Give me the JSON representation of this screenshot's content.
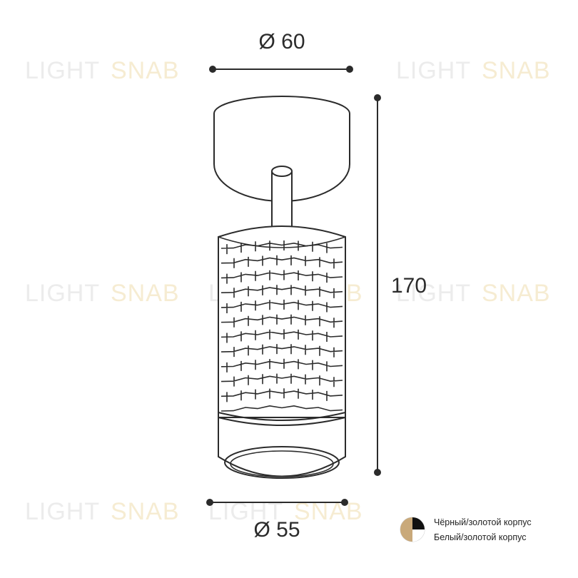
{
  "watermark": {
    "word1": "LIGHT",
    "word2": "SNAB"
  },
  "dimensions": {
    "top_diameter": "Ø 60",
    "height": "170",
    "bottom_diameter": "Ø 55"
  },
  "legend": {
    "items": [
      {
        "label": "Чёрный/золотой корпус"
      },
      {
        "label": "Белый/золотой корпус"
      }
    ]
  },
  "colors": {
    "line": "#2b2b2b",
    "gold": "#c9a97a",
    "black": "#111111",
    "white": "#ffffff"
  }
}
